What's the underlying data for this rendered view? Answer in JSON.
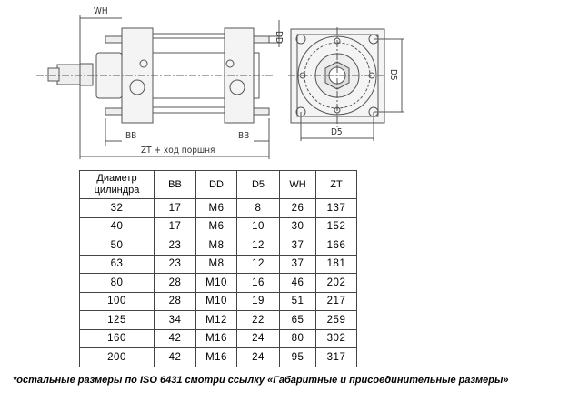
{
  "drawing": {
    "labels": {
      "wh": "WH",
      "dd": "DD",
      "bb_left": "BB",
      "bb_right": "BB",
      "zt": "ZT + ход поршня",
      "d5_vertical": "D5",
      "d5_horizontal": "D5"
    }
  },
  "table": {
    "headers": [
      "Диаметр цилиндра",
      "BB",
      "DD",
      "D5",
      "WH",
      "ZT"
    ],
    "header_line1": "Диаметр",
    "header_line2": "цилиндра",
    "rows": [
      [
        "32",
        "17",
        "M6",
        "8",
        "26",
        "137"
      ],
      [
        "40",
        "17",
        "M6",
        "10",
        "30",
        "152"
      ],
      [
        "50",
        "23",
        "M8",
        "12",
        "37",
        "166"
      ],
      [
        "63",
        "23",
        "M8",
        "12",
        "37",
        "181"
      ],
      [
        "80",
        "28",
        "M10",
        "16",
        "46",
        "202"
      ],
      [
        "100",
        "28",
        "M10",
        "19",
        "51",
        "217"
      ],
      [
        "125",
        "34",
        "M12",
        "22",
        "65",
        "259"
      ],
      [
        "160",
        "42",
        "M16",
        "24",
        "80",
        "302"
      ],
      [
        "200",
        "42",
        "M16",
        "24",
        "95",
        "317"
      ]
    ]
  },
  "footnote": "*остальные размеры по ISO 6431 смотри ссылку «Габаритные и присоединительные размеры»"
}
